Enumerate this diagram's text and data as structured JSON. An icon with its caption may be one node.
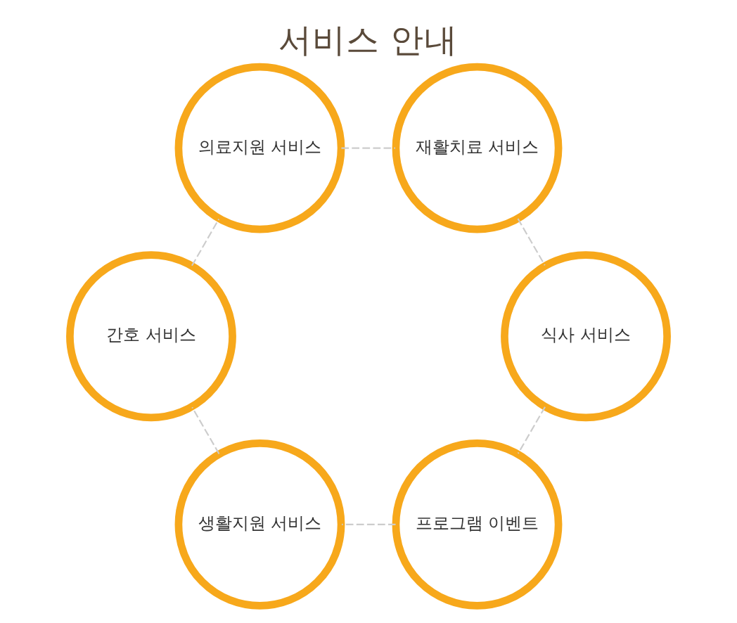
{
  "diagram": {
    "title": "서비스 안내",
    "nodes": [
      {
        "text": [
          "프로그램 이벤트"
        ]
      },
      {
        "text": [
          "생활지원 서비스"
        ]
      },
      {
        "text": [
          "식사 서비스"
        ]
      },
      {
        "text": [
          "간호 서비스"
        ]
      },
      {
        "text": [
          "재활치료 서비스"
        ]
      },
      {
        "text": [
          "의료지원 서비스"
        ]
      }
    ],
    "edges": [
      {
        "from": 0,
        "to": 1,
        "arrow": "none",
        "style": "dashed"
      },
      {
        "from": 1,
        "to": 3,
        "arrow": "none",
        "style": "dashed"
      },
      {
        "from": 3,
        "to": 5,
        "arrow": "none",
        "style": "dashed"
      },
      {
        "from": 5,
        "to": 4,
        "arrow": "none",
        "style": "dashed"
      },
      {
        "from": 4,
        "to": 2,
        "arrow": "none",
        "style": "dashed"
      },
      {
        "from": 2,
        "to": 0,
        "arrow": "none",
        "style": "dashed"
      }
    ]
  }
}
